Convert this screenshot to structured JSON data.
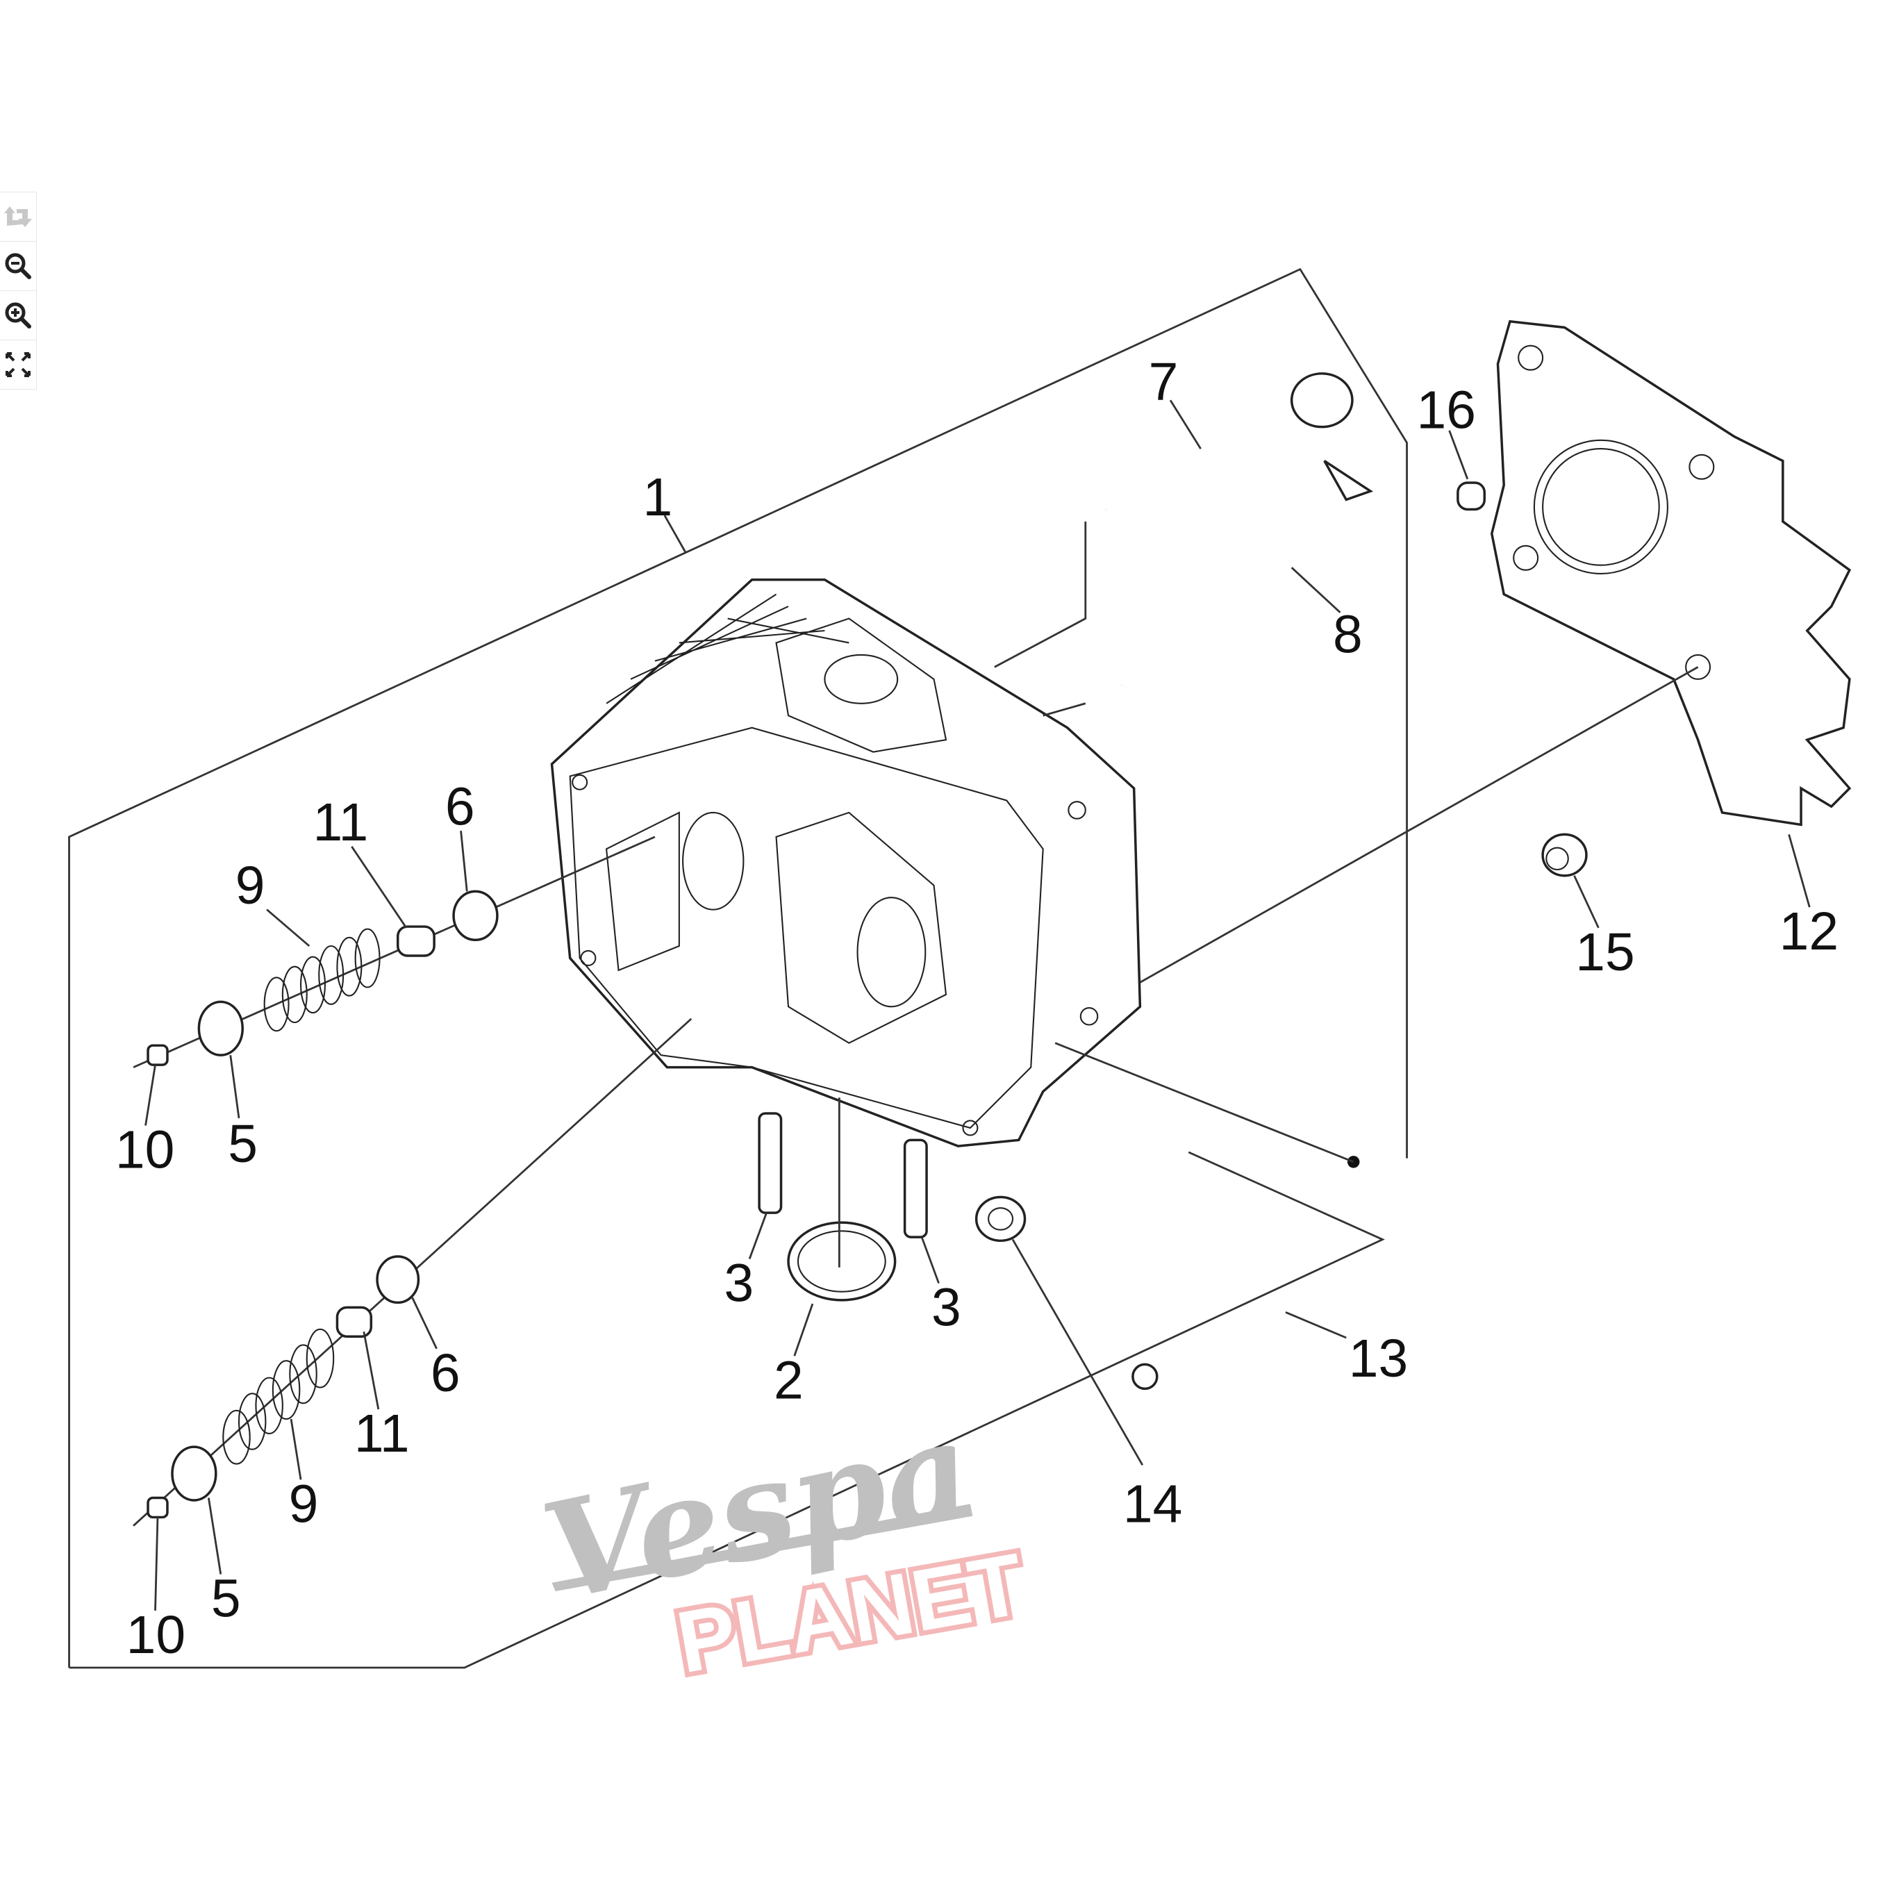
{
  "toolbar": {
    "buttons": [
      {
        "name": "rotate-icon",
        "enabled": false
      },
      {
        "name": "zoom-out-icon",
        "enabled": true
      },
      {
        "name": "zoom-in-icon",
        "enabled": true
      },
      {
        "name": "fullscreen-icon",
        "enabled": true
      }
    ]
  },
  "callouts": {
    "c1": "1",
    "c2": "2",
    "c3a": "3",
    "c3b": "3",
    "c5a": "5",
    "c5b": "5",
    "c6a": "6",
    "c6b": "6",
    "c7": "7",
    "c8": "8",
    "c9a": "9",
    "c9b": "9",
    "c10a": "10",
    "c10b": "10",
    "c11a": "11",
    "c11b": "11",
    "c12": "12",
    "c13": "13",
    "c14": "14",
    "c15": "15",
    "c16": "16"
  },
  "watermark": {
    "brand": "Vespa",
    "sub": "PLANET"
  },
  "colors": {
    "logo_gray": "#c0c0c0",
    "planet_pink": "#f4b8b8",
    "line": "#333333"
  }
}
